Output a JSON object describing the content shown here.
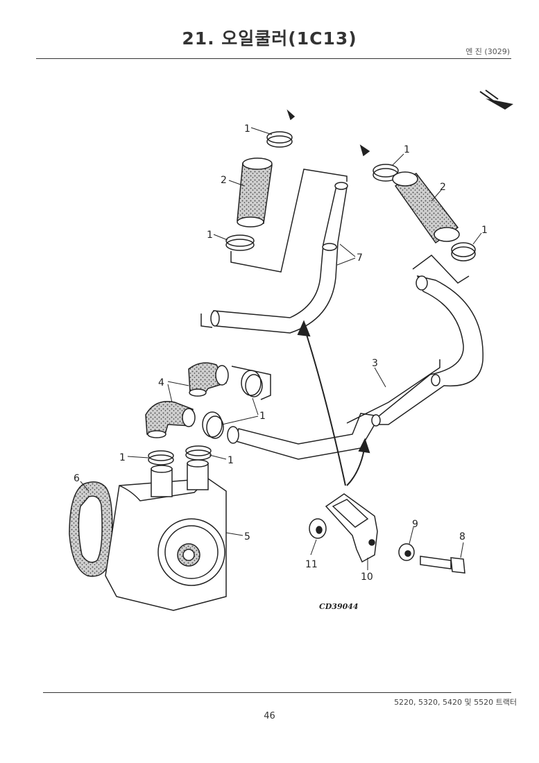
{
  "header": {
    "title": "21. 오일쿨러(1C13)",
    "section_ref": "엔 진 (3029)"
  },
  "diagram": {
    "drawing_code": "CD39044",
    "callouts": [
      "1",
      "2",
      "1",
      "1",
      "2",
      "1",
      "7",
      "3",
      "4",
      "1",
      "1",
      "1",
      "6",
      "5",
      "9",
      "8",
      "11",
      "10"
    ]
  },
  "footer": {
    "models": "5220, 5320, 5420 및 5520 트랙터",
    "page_number": "46"
  }
}
